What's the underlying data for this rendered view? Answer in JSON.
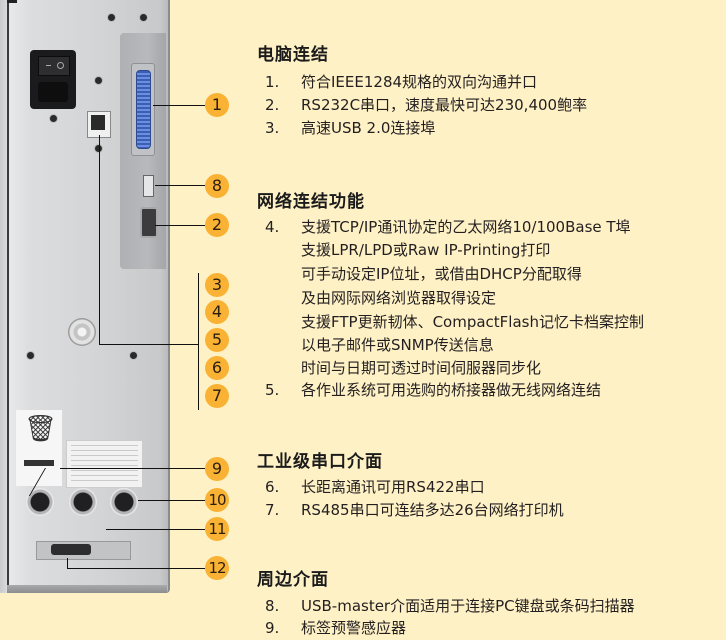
{
  "colors": {
    "background": "#fef1c6",
    "badge": "#f9b233",
    "text": "#231f20"
  },
  "callouts": [
    "1",
    "2",
    "3",
    "4",
    "5",
    "6",
    "7",
    "8",
    "9",
    "10",
    "11",
    "12"
  ],
  "sections": [
    {
      "title": "电脑连结",
      "items": [
        {
          "num": "1.",
          "text": "符合IEEE1284规格的双向沟通并口"
        },
        {
          "num": "2.",
          "text": "RS232C串口，速度最快可达230,400鲍率"
        },
        {
          "num": "3.",
          "text": "高速USB 2.0连接埠"
        }
      ]
    },
    {
      "title": "网络连结功能",
      "items": [
        {
          "num": "4.",
          "text": "支援TCP/IP通讯协定的乙太网络10/100Base T埠",
          "continuation": [
            "支援LPR/LPD或Raw IP-Printing打印",
            "可手动设定IP位址，或借由DHCP分配取得",
            "及由网际网络浏览器取得设定",
            "支援FTP更新韧体、CompactFlash记忆卡档案控制",
            "以电子邮件或SNMP传送信息",
            "时间与日期可透过时间伺服器同步化"
          ]
        },
        {
          "num": "5.",
          "text": "各作业系统可用选购的桥接器做无线网络连结"
        }
      ]
    },
    {
      "title": "工业级串口介面",
      "items": [
        {
          "num": "6.",
          "text": "长距离通讯可用RS422串口"
        },
        {
          "num": "7.",
          "text": "RS485串口可连结多达26台网络打印机"
        }
      ]
    },
    {
      "title": "周边介面",
      "items": [
        {
          "num": "8.",
          "text": "USB-master介面适用于连接PC键盘或条码扫描器"
        },
        {
          "num": "9.",
          "text": "标签预警感应器"
        }
      ]
    }
  ]
}
